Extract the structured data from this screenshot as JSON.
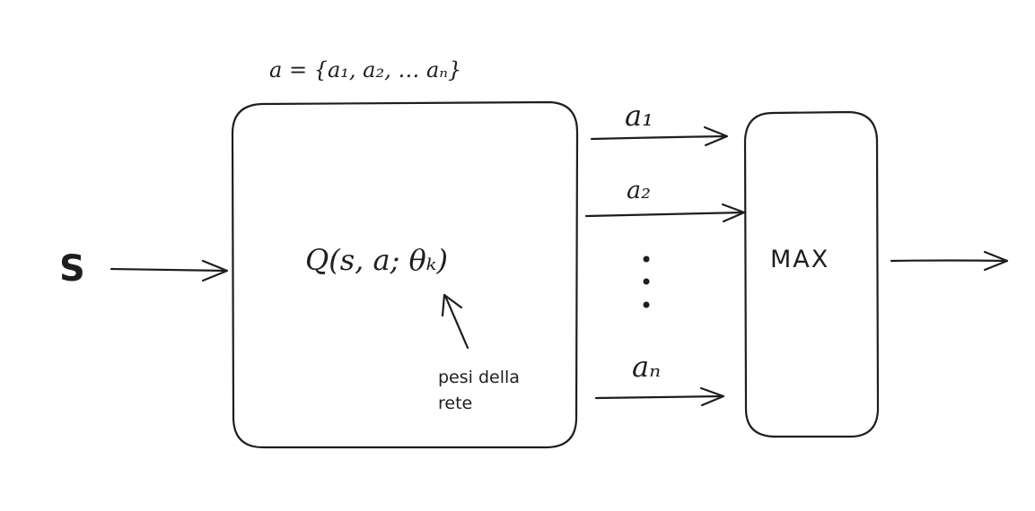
{
  "diagram": {
    "action_set": "a = {a₁, a₂, … aₙ}",
    "input_label": "S",
    "network_label": "Q(s, a; θₖ)",
    "weights_note_line1": "pesi della",
    "weights_note_line2": "rete",
    "outputs": [
      "a₁",
      "a₂",
      "aₙ"
    ],
    "dots": "⋮",
    "max_label": "MAX"
  }
}
